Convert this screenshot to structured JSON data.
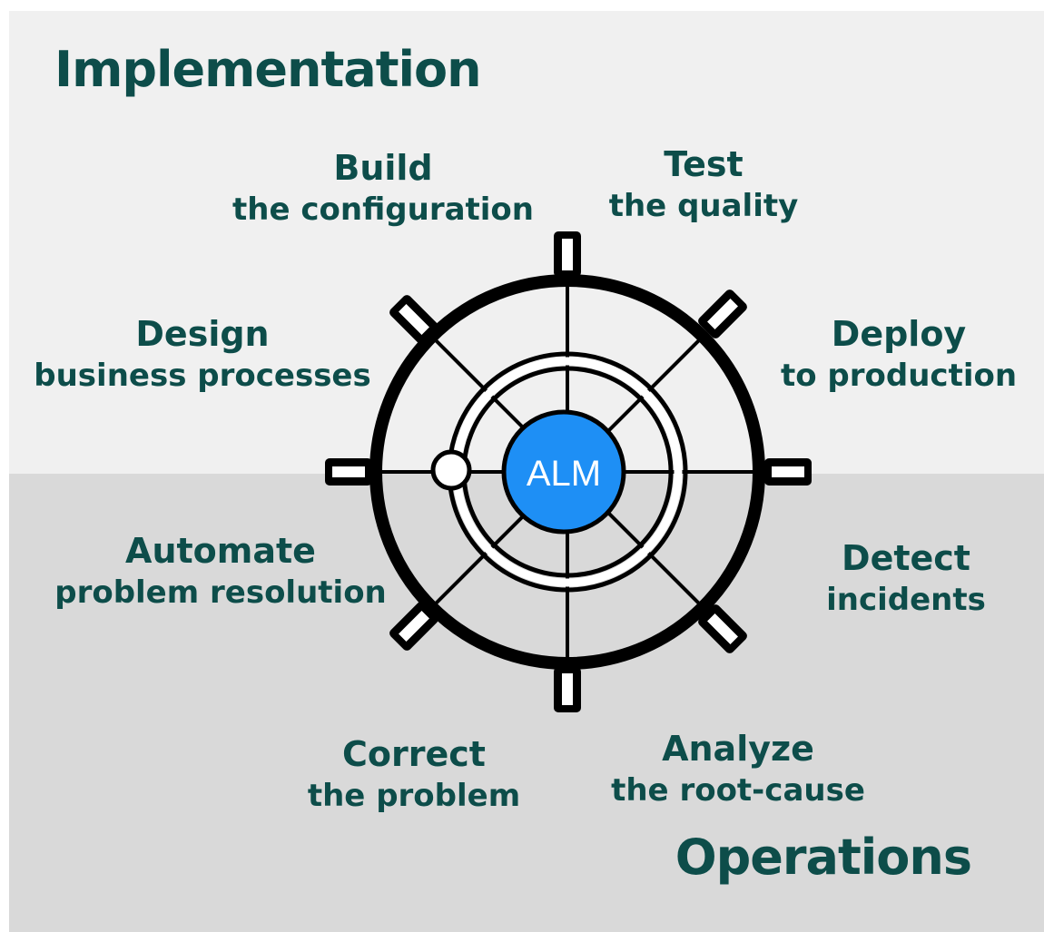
{
  "sections": {
    "implementation": "Implementation",
    "operations": "Operations"
  },
  "hub_label": "ALM",
  "stages": [
    {
      "verb": "Build",
      "object": "the configuration"
    },
    {
      "verb": "Test",
      "object": "the quality"
    },
    {
      "verb": "Design",
      "object": "business processes"
    },
    {
      "verb": "Deploy",
      "object": "to production"
    },
    {
      "verb": "Automate",
      "object": "problem resolution"
    },
    {
      "verb": "Detect",
      "object": "incidents"
    },
    {
      "verb": "Correct",
      "object": "the problem"
    },
    {
      "verb": "Analyze",
      "object": "the root-cause"
    }
  ],
  "colors": {
    "title_text": "#0d4d4a",
    "implementation_band": "#f0f0f0",
    "operations_band": "#d9d9d9",
    "hub_fill": "#1e8ff5",
    "wheel_stroke": "#000000"
  }
}
